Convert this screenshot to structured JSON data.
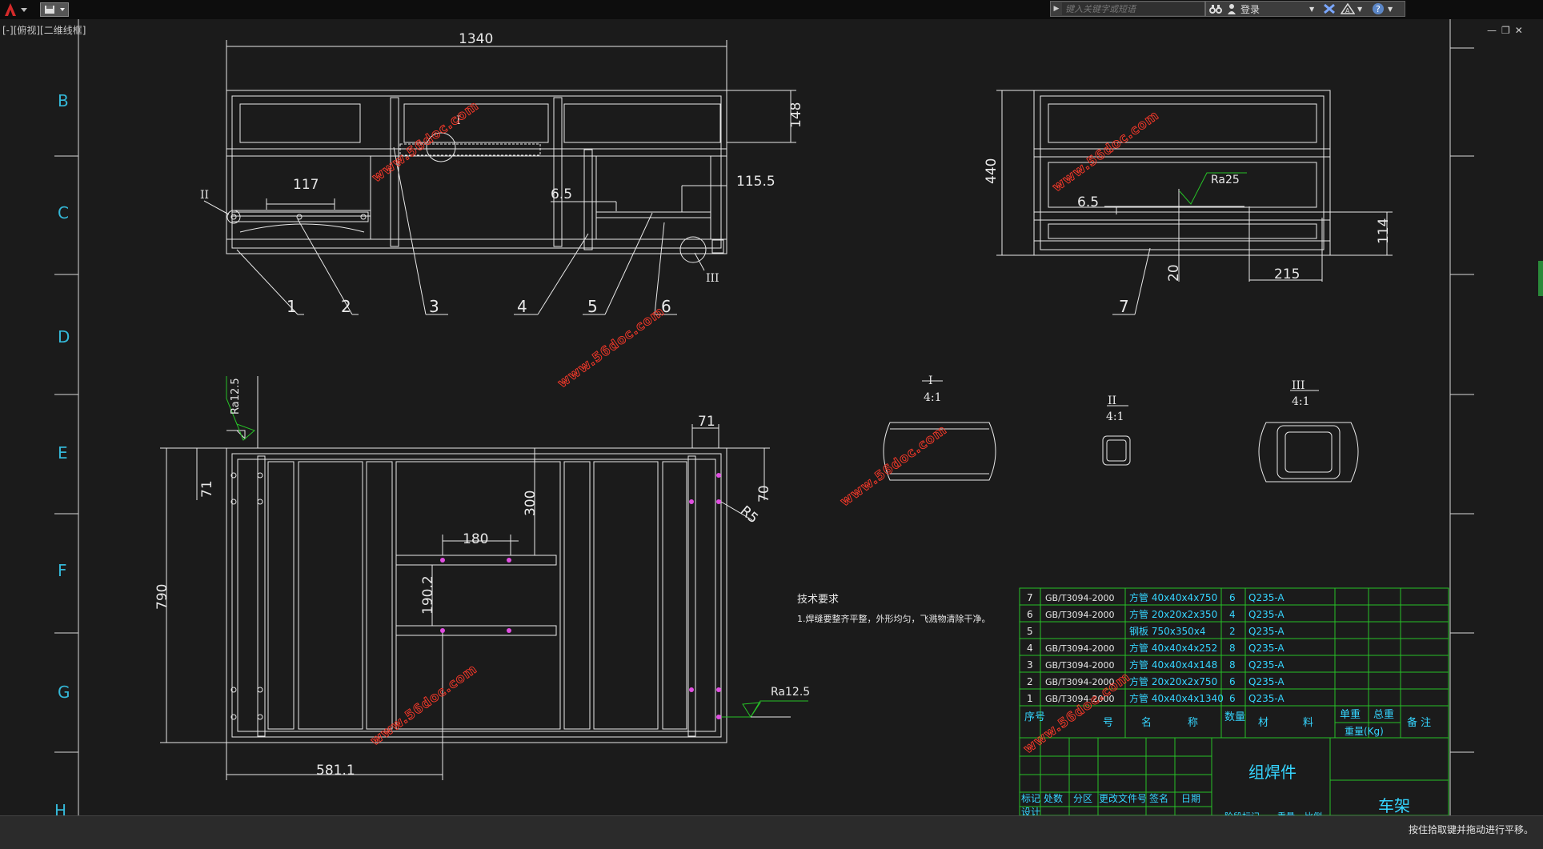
{
  "toolbar": {
    "search_placeholder": "键入关键字或短语",
    "login_label": "登录"
  },
  "viewport": {
    "label": "[-][俯视][二维线框]"
  },
  "zones": [
    "B",
    "C",
    "D",
    "E",
    "F",
    "G",
    "H"
  ],
  "watermark": "www.56doc.com",
  "views": {
    "front": {
      "dims": {
        "overall": "1340",
        "height": "148",
        "w117": "117",
        "d65a": "6.5",
        "d1155": "115.5"
      },
      "detail_marks": {
        "I": "I",
        "II": "II",
        "III": "III"
      },
      "part_numbers": [
        "1",
        "2",
        "3",
        "4",
        "5",
        "6"
      ]
    },
    "side": {
      "dims": {
        "height": "440",
        "d65": "6.5",
        "d114": "114",
        "d20": "20",
        "d215": "215"
      },
      "roughness": "Ra25",
      "part_number": "7"
    },
    "top": {
      "dims": {
        "d71a": "71",
        "d71b": "71",
        "d300": "300",
        "d70": "70",
        "r5": "R5",
        "d180": "180",
        "d1902": "190.2",
        "d790": "790",
        "d5811": "581.1"
      },
      "roughness_left": "Ra12.5",
      "roughness_right": "Ra12.5"
    },
    "details": [
      {
        "name": "I",
        "scale": "4:1"
      },
      {
        "name": "II",
        "scale": "4:1"
      },
      {
        "name": "III",
        "scale": "4:1"
      }
    ]
  },
  "tech_req": {
    "title": "技术要求",
    "item": "1.焊缝要整齐平整，外形均匀，飞溅物清除干净。"
  },
  "bom": {
    "rows": [
      {
        "no": "7",
        "std": "GB/T3094-2000",
        "desc": "方管 40x40x4x750",
        "qty": "6",
        "mat": "Q235-A"
      },
      {
        "no": "6",
        "std": "GB/T3094-2000",
        "desc": "方管 20x20x2x350",
        "qty": "4",
        "mat": "Q235-A"
      },
      {
        "no": "5",
        "std": "",
        "desc": "钢板 750x350x4",
        "qty": "2",
        "mat": "Q235-A"
      },
      {
        "no": "4",
        "std": "GB/T3094-2000",
        "desc": "方管 40x40x4x252",
        "qty": "8",
        "mat": "Q235-A"
      },
      {
        "no": "3",
        "std": "GB/T3094-2000",
        "desc": "方管 40x40x4x148",
        "qty": "8",
        "mat": "Q235-A"
      },
      {
        "no": "2",
        "std": "GB/T3094-2000",
        "desc": "方管 20x20x2x750",
        "qty": "6",
        "mat": "Q235-A"
      },
      {
        "no": "1",
        "std": "GB/T3094-2000",
        "desc": "方管 40x40x4x1340",
        "qty": "6",
        "mat": "Q235-A"
      }
    ],
    "header": {
      "no": "序号",
      "code": "号",
      "name": "名",
      "name2": "称",
      "qty": "数量",
      "mat": "材",
      "mat2": "料",
      "unit_w": "单重",
      "total_w": "总重",
      "weight": "重量(Kg)",
      "remark": "备 注"
    }
  },
  "title_block": {
    "assembly": "组焊件",
    "product": "车架",
    "labels": [
      "标记",
      "处数",
      "分区",
      "更改文件号",
      "签名",
      "日期"
    ],
    "design": "设计",
    "stage": "阶段标记",
    "weight": "重量",
    "scale": "比例"
  },
  "status": {
    "text": "按住拾取键并拖动进行平移。"
  },
  "colors": {
    "bg": "#1b1b1b",
    "line": "#ffffff",
    "zone": "#34b8d8",
    "table": "#27c127",
    "table_text": "#35d5ff",
    "watermark": "#ff3a2a",
    "magenta": "#e14ee1"
  }
}
